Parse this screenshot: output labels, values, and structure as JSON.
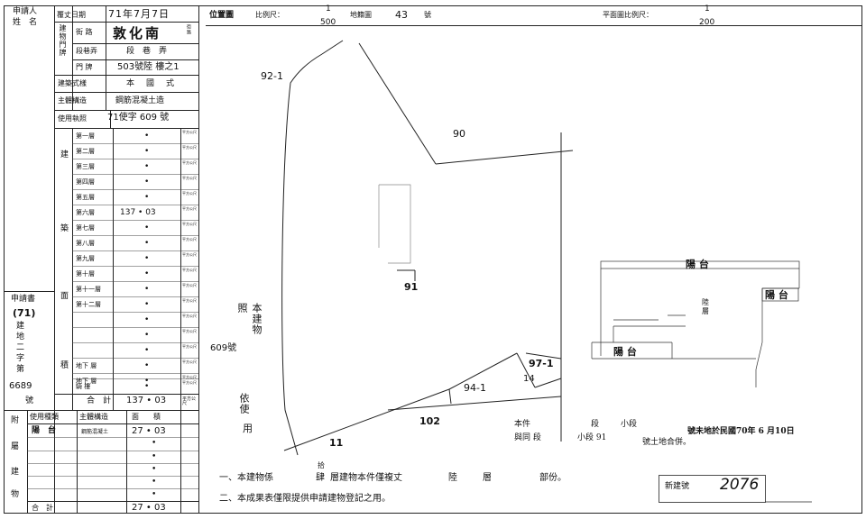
{
  "header": {
    "applicant_label_1": "申請人",
    "applicant_label_2": "姓　名",
    "review_date_label": "覆丈日期",
    "review_date_value": "71年7月7日",
    "building_location_label": "建物門牌",
    "street_label": "街 路",
    "street_value": "敦化南",
    "street_unit": "街路",
    "lane_label": "段巷弄",
    "lane_value": "段　巷　弄",
    "doorplate_label": "門 牌",
    "doorplate_value": "503號陸 樓之1",
    "style_label": "建築式樣",
    "style_value": "本　國　式",
    "structure_label": "主體構造",
    "structure_value": "鋼筋混凝土造",
    "permit_label": "使用執照",
    "permit_value": "71使字 609 號"
  },
  "right_header": {
    "location_map_label": "位置圖",
    "scale_label": "比例尺：",
    "scale_num": "1",
    "scale_den": "500",
    "map_no_label": "地籍圖",
    "map_no_value": "43",
    "map_no_unit": "號",
    "plan_scale_label": "平面圖比例尺：",
    "plan_scale_num": "1",
    "plan_scale_den": "200"
  },
  "floors": {
    "side_label_1": "建",
    "side_label_2": "築",
    "side_label_3": "面",
    "side_label_4": "積",
    "rows": [
      {
        "name": "第一層",
        "value": "•"
      },
      {
        "name": "第二層",
        "value": "•"
      },
      {
        "name": "第三層",
        "value": "•"
      },
      {
        "name": "第四層",
        "value": "•"
      },
      {
        "name": "第五層",
        "value": "•"
      },
      {
        "name": "第六層",
        "value": "137 • 03"
      },
      {
        "name": "第七層",
        "value": "•"
      },
      {
        "name": "第八層",
        "value": "•"
      },
      {
        "name": "第九層",
        "value": "•"
      },
      {
        "name": "第十層",
        "value": "•"
      },
      {
        "name": "第十一層",
        "value": "•"
      },
      {
        "name": "第十二層",
        "value": "•"
      },
      {
        "name": "",
        "value": "•"
      },
      {
        "name": "",
        "value": "•"
      },
      {
        "name": "",
        "value": "•"
      },
      {
        "name": "地下 層",
        "value": "•"
      },
      {
        "name": "地下 層",
        "value": "•"
      },
      {
        "name": "騎 樓",
        "value": "•"
      }
    ],
    "unit": "平方公尺",
    "total_label": "合　計",
    "total_value": "137 • 03"
  },
  "left_side": {
    "app_label": "申請書",
    "app_year": "(71)",
    "app_type_1": "建",
    "app_type_2": "地",
    "app_type_3": "二",
    "app_type_4": "字",
    "app_type_5": "第",
    "app_number": "6689",
    "app_unit": "號"
  },
  "annex": {
    "use_type_label": "使用種類",
    "structure_label": "主體構造",
    "area_label": "面　　積",
    "side_1": "附",
    "side_2": "屬",
    "side_3": "建",
    "side_4": "物",
    "row1_use": "陽　台",
    "row1_struct": "鋼筋混凝土",
    "row1_area": "27 • 03",
    "total_label": "合　計",
    "total_value": "27 • 03"
  },
  "vertical_note": {
    "col1": "本建物",
    "col2": "照",
    "col3": "609號",
    "col4": "依使",
    "col5": "用"
  },
  "map": {
    "lot_92_1": "92-1",
    "lot_90": "90",
    "lot_91": "91",
    "lot_94_1": "94-1",
    "lot_97_1": "97-1",
    "lot_102": "102",
    "lot_11": "11",
    "lot_14": "14"
  },
  "plan": {
    "balcony_top": "陽 台",
    "balcony_right": "陽 台",
    "balcony_left": "陽 台",
    "floor_label_1": "陸",
    "floor_label_2": "層"
  },
  "remarks": {
    "line1_prefix": "本件",
    "line1_mid": "段",
    "line1_sub": "小段",
    "line1_suffix": "號未地於民國70年 6 月10日",
    "line2_prefix": "與同 段",
    "line2_sub": "小段 91",
    "line2_suffix": "號土地合併。"
  },
  "footer": {
    "note1_prefix": "一、本建物係",
    "note1_a": "拾",
    "note1_b": "肆",
    "note1_mid": "層建物本件僅複丈",
    "note1_c": "陸",
    "note1_d": "層",
    "note1_suffix": "部份。",
    "note2": "二、本成果表僅限提供申請建物登記之用。",
    "new_building_label": "新建號",
    "new_building_value": "2076"
  }
}
